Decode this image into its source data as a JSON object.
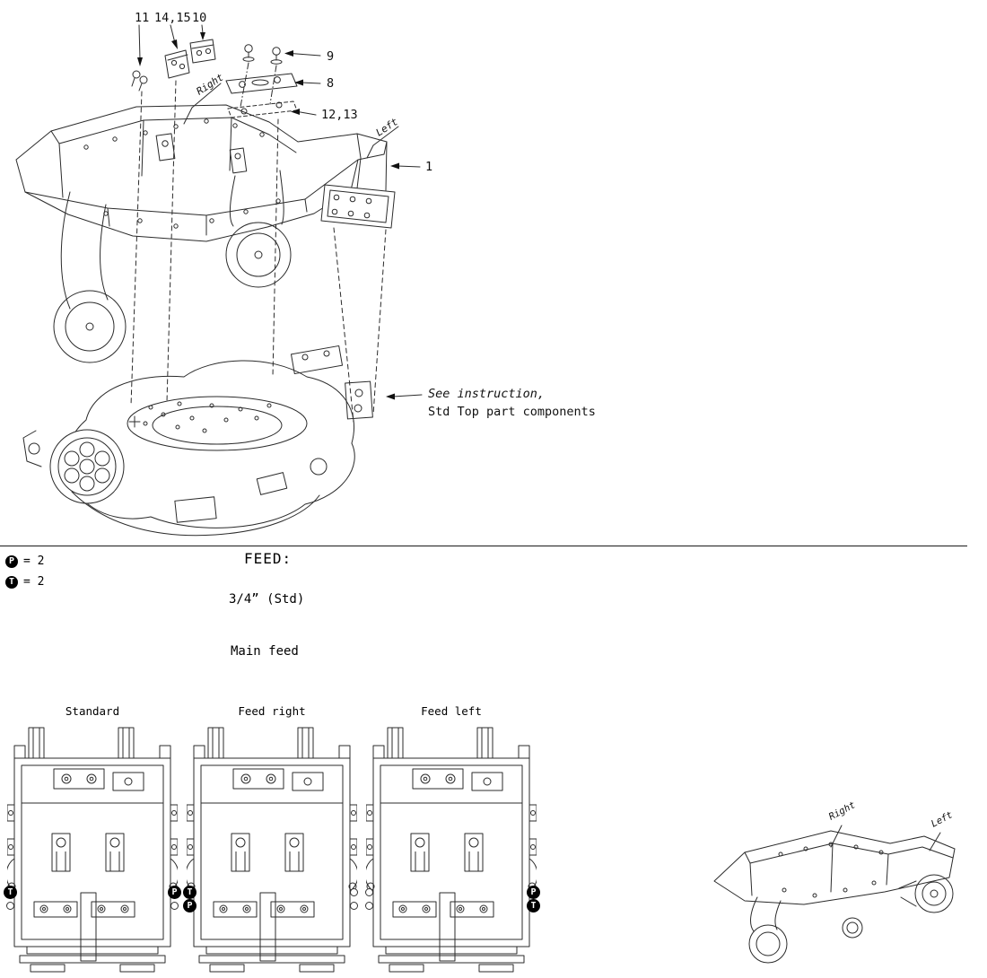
{
  "colors": {
    "background": "#ffffff",
    "line": "#2b2b2b",
    "text": "#000000",
    "marker_bg": "#000000",
    "marker_fg": "#ffffff"
  },
  "exploded_view": {
    "callouts": {
      "c11": "11",
      "c14_15": "14,15",
      "c10": "10",
      "c9": "9",
      "c8": "8",
      "c12_13": "12,13",
      "c1": "1"
    },
    "orientation": {
      "right": "Right",
      "left": "Left"
    },
    "note": {
      "line1": "See instruction,",
      "line2": "Std Top part components"
    }
  },
  "legend": {
    "p_symbol": "P",
    "p_value": "= 2",
    "t_symbol": "T",
    "t_value": "= 2"
  },
  "feed": {
    "title": "FEED:",
    "size": "3/4” (Std)",
    "type": "Main feed"
  },
  "variants": {
    "standard": {
      "label": "Standard",
      "left_top": "T",
      "right_top": "P"
    },
    "feed_right": {
      "label": "Feed right",
      "left_top": "T",
      "left_bottom": "P"
    },
    "feed_left": {
      "label": "Feed left",
      "right_top": "P",
      "right_bottom": "T"
    }
  },
  "small_view": {
    "right": "Right",
    "left": "Left"
  }
}
